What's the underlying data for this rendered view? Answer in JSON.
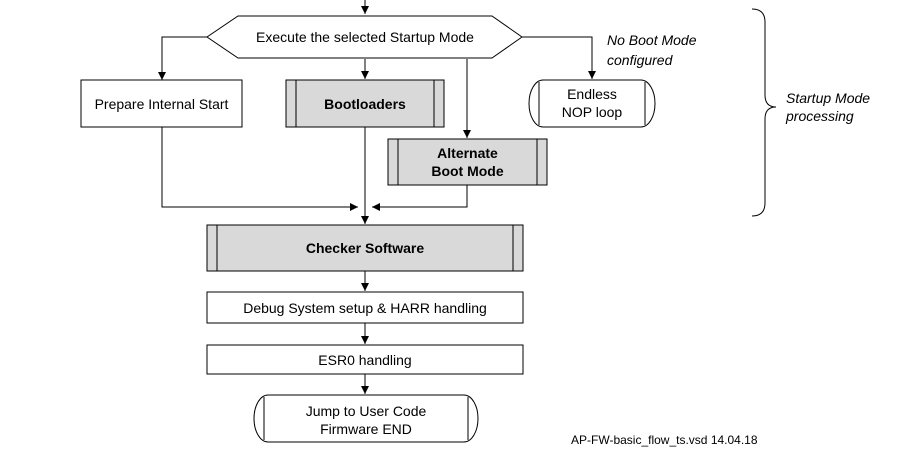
{
  "diagram": {
    "decision_label": "Execute the selected Startup Mode",
    "no_boot_note": [
      "No Boot Mode",
      "configured"
    ],
    "prepare_label": "Prepare Internal Start",
    "bootloaders_label": "Bootloaders",
    "endless_label": [
      "Endless",
      "NOP loop"
    ],
    "alternate_label": [
      "Alternate",
      "Boot Mode"
    ],
    "startup_note": [
      "Startup Mode",
      "processing"
    ],
    "checker_label": "Checker Software",
    "debug_label": "Debug System setup & HARR handling",
    "esr0_label": "ESR0 handling",
    "end_label": [
      "Jump to User Code",
      "Firmware END"
    ],
    "footer": "AP-FW-basic_flow_ts.vsd 14.04.18"
  },
  "colors": {
    "predefined_fill": "#d9d9d9",
    "process_fill": "#ffffff",
    "stroke": "#000000"
  }
}
